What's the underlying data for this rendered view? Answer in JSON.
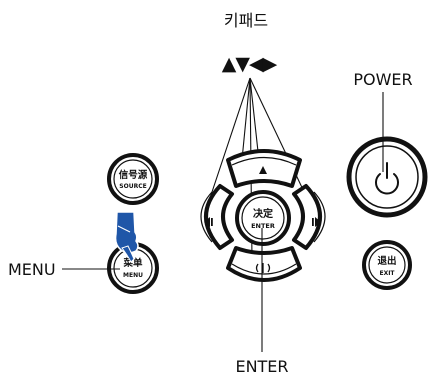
{
  "labels": {
    "keypad": "키패드",
    "arrows": "▲▼◀▶",
    "power": "POWER",
    "menu": "MENU",
    "enter": "ENTER"
  },
  "buttons": {
    "source_cn": "信号源",
    "source_en": "SOURCE",
    "menu_cn": "菜单",
    "menu_en": "MENU",
    "enter_cn": "决定",
    "enter_en": "ENTER",
    "exit_cn": "退出",
    "exit_en": "EXIT"
  },
  "colors": {
    "accent_hand": "#1f56a8",
    "button_outline": "#111111",
    "leader_line": "#111111"
  },
  "icons": [
    "power-icon",
    "up-triangle-icon",
    "left-arrow-icon",
    "right-arrow-icon",
    "down-arrow-icon",
    "pointing-hand-icon"
  ]
}
